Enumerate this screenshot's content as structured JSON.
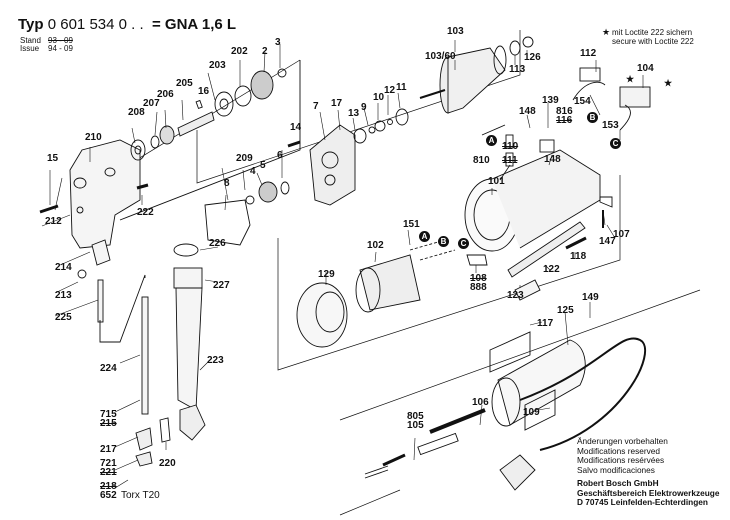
{
  "header": {
    "typ_label": "Typ",
    "typ_number": "0 601 534 0 . .",
    "model": "= GNA 1,6 L",
    "stand_label": "Stand",
    "issue_label": "Issue",
    "stand_value": "93 - 09",
    "issue_value": "94 - 09"
  },
  "loctite_note": {
    "line1": "mit Loctite 222 sichern",
    "line2": "secure with Loctite 222",
    "star": "★"
  },
  "connectors": {
    "a": "A",
    "b": "B",
    "c": "C"
  },
  "parts": {
    "p2": "2",
    "p3": "3",
    "p4": "4",
    "p5": "5",
    "p6": "6",
    "p7": "7",
    "p8": "8",
    "p9": "9",
    "p10": "10",
    "p11": "11",
    "p12": "12",
    "p13": "13",
    "p14": "14",
    "p15": "15",
    "p16": "16",
    "p17": "17",
    "p101": "101",
    "p102": "102",
    "p103": "103",
    "p103_60": "103/60",
    "p104": "104",
    "p106": "106",
    "p107": "107",
    "p108": "108",
    "p888": "888",
    "p109": "109",
    "p110": "110",
    "p111": "111",
    "p810": "810",
    "p112": "112",
    "p113": "113",
    "p116": "116",
    "p816": "816",
    "p117": "117",
    "p118": "118",
    "p122": "122",
    "p123": "123",
    "p125": "125",
    "p126": "126",
    "p129": "129",
    "p139": "139",
    "p147": "147",
    "p148a": "148",
    "p148b": "148",
    "p149": "149",
    "p151": "151",
    "p153": "153",
    "p154": "154",
    "p805": "805",
    "p105": "105",
    "p202": "202",
    "p203": "203",
    "p205": "205",
    "p206": "206",
    "p207": "207",
    "p208": "208",
    "p209": "209",
    "p210": "210",
    "p212": "212",
    "p213": "213",
    "p214": "214",
    "p217": "217",
    "p218": "218",
    "p652": "652",
    "torx": "Torx T20",
    "p220": "220",
    "p721": "721",
    "p221": "221",
    "p222": "222",
    "p223": "223",
    "p224": "224",
    "p225": "225",
    "p226": "226",
    "p227": "227",
    "p715": "715",
    "p215": "215"
  },
  "notes": {
    "lines": [
      "Änderungen vorbehalten",
      "Modifications reserved",
      "Modifications resérvées",
      "Salvo modificaciones"
    ],
    "company": [
      "Robert Bosch GmbH",
      "Geschäftsbereich Elektrowerkzeuge",
      "D 70745 Leinfelden-Echterdingen"
    ]
  }
}
